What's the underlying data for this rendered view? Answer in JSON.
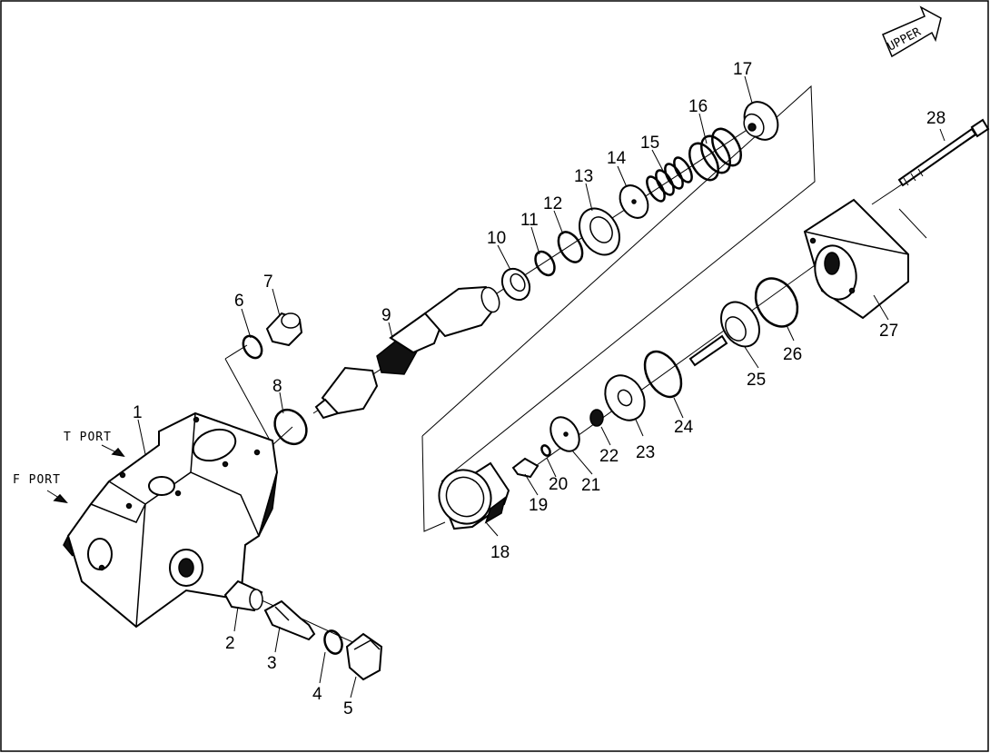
{
  "orientation": {
    "label": "UPPER"
  },
  "ports": [
    {
      "id": "t-port",
      "label": "T PORT"
    },
    {
      "id": "f-port",
      "label": "F PORT"
    }
  ],
  "callouts": [
    {
      "part": "1",
      "label": "1"
    },
    {
      "part": "2",
      "label": "2"
    },
    {
      "part": "3",
      "label": "3"
    },
    {
      "part": "4",
      "label": "4"
    },
    {
      "part": "5",
      "label": "5"
    },
    {
      "part": "6",
      "label": "6"
    },
    {
      "part": "7",
      "label": "7"
    },
    {
      "part": "8",
      "label": "8"
    },
    {
      "part": "9",
      "label": "9"
    },
    {
      "part": "10",
      "label": "10"
    },
    {
      "part": "11",
      "label": "11"
    },
    {
      "part": "12",
      "label": "12"
    },
    {
      "part": "13",
      "label": "13"
    },
    {
      "part": "14",
      "label": "14"
    },
    {
      "part": "15",
      "label": "15"
    },
    {
      "part": "16",
      "label": "16"
    },
    {
      "part": "17",
      "label": "17"
    },
    {
      "part": "18",
      "label": "18"
    },
    {
      "part": "19",
      "label": "19"
    },
    {
      "part": "20",
      "label": "20"
    },
    {
      "part": "21",
      "label": "21"
    },
    {
      "part": "22",
      "label": "22"
    },
    {
      "part": "23",
      "label": "23"
    },
    {
      "part": "24",
      "label": "24"
    },
    {
      "part": "25",
      "label": "25"
    },
    {
      "part": "26",
      "label": "26"
    },
    {
      "part": "27",
      "label": "27"
    },
    {
      "part": "28",
      "label": "28"
    }
  ]
}
